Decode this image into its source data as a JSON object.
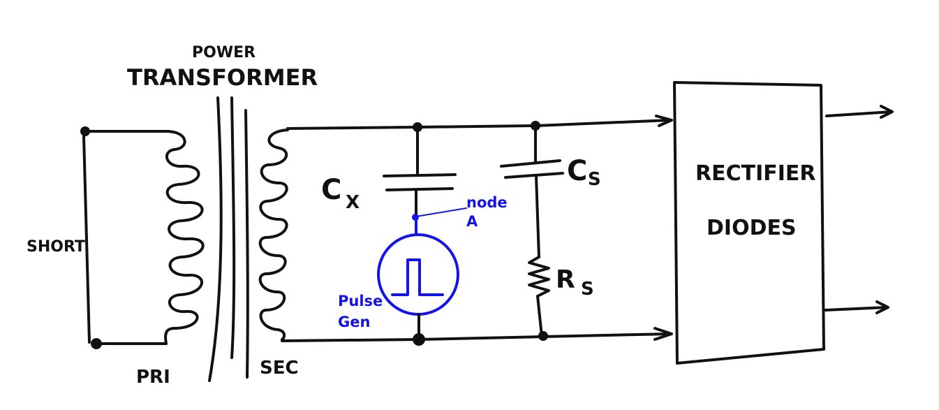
{
  "labels": {
    "power": "POWER",
    "transformer": "TRANSFORMER",
    "short": "SHORT",
    "pri": "PRI",
    "sec": "SEC",
    "cx_main": "C",
    "cx_sub": "X",
    "cs_main": "C",
    "cs_sub": "S",
    "rs_main": "R",
    "rs_sub": "S",
    "rectifier": "RECTIFIER",
    "diodes": "DIODES",
    "node_line1": "node",
    "node_line2": "A",
    "pulse_line1": "Pulse",
    "pulse_line2": "Gen"
  },
  "colors": {
    "ink": "#111111",
    "annotation": "#1414e6"
  }
}
